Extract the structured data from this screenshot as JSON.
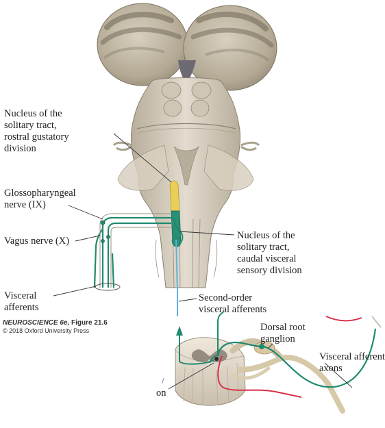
{
  "labels": {
    "nts_rostral": [
      "Nucleus of the",
      "solitary tract,",
      "rostral gustatory",
      "division"
    ],
    "glossopharyngeal": [
      "Glossopharyngeal",
      "nerve (IX)"
    ],
    "vagus": [
      "Vagus nerve (X)"
    ],
    "visceral_afferents": [
      "Visceral",
      "afferents"
    ],
    "nts_caudal": [
      "Nucleus of the",
      "solitary tract,",
      "caudal visceral",
      "sensory division"
    ],
    "second_order": [
      "Second-order",
      "visceral afferents"
    ],
    "drg": [
      "Dorsal root",
      "ganglion"
    ],
    "visceral_afferent_axons": [
      "Visceral afferent",
      "axons"
    ],
    "partial_left_1": "/",
    "partial_left_2": "on"
  },
  "credit": {
    "book": "NEUROSCIENCE 6e",
    "figure": "Figure 21.6",
    "copyright": "© 2018 Oxford University Press"
  },
  "colors": {
    "tissue": "#d9d1c2",
    "tissue_dark": "#a89f8e",
    "nerve_green": "#1f8a70",
    "nucleus_yellow": "#e8cf57",
    "axon_blue": "#5ab3e0",
    "red": "#d9314a"
  }
}
